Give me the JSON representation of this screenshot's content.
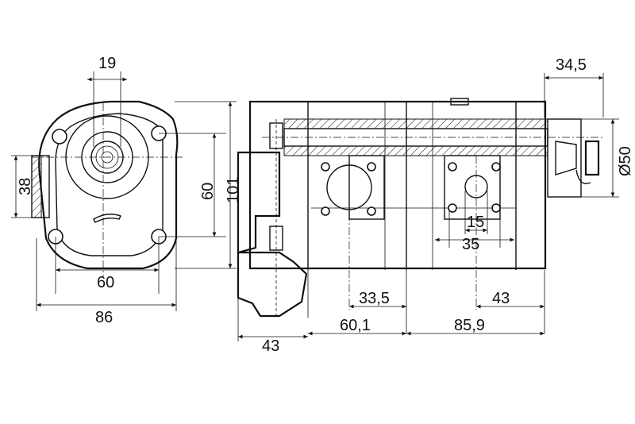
{
  "drawing": {
    "dimensions": {
      "front_shaft_width": "19",
      "front_port_height": "38",
      "front_bolt_spacing_vertical": "60",
      "front_overall_height": "101",
      "front_bolt_spacing_horizontal": "60",
      "front_overall_width": "86",
      "side_shaft_length": "34,5",
      "side_shaft_diameter": "Ø50",
      "side_port_bore": "15",
      "side_port_flange": "35",
      "side_port_offset_left": "33,5",
      "side_port_offset_right": "43",
      "side_mount_width": "43",
      "side_body_left": "60,1",
      "side_body_right": "85,9"
    }
  }
}
